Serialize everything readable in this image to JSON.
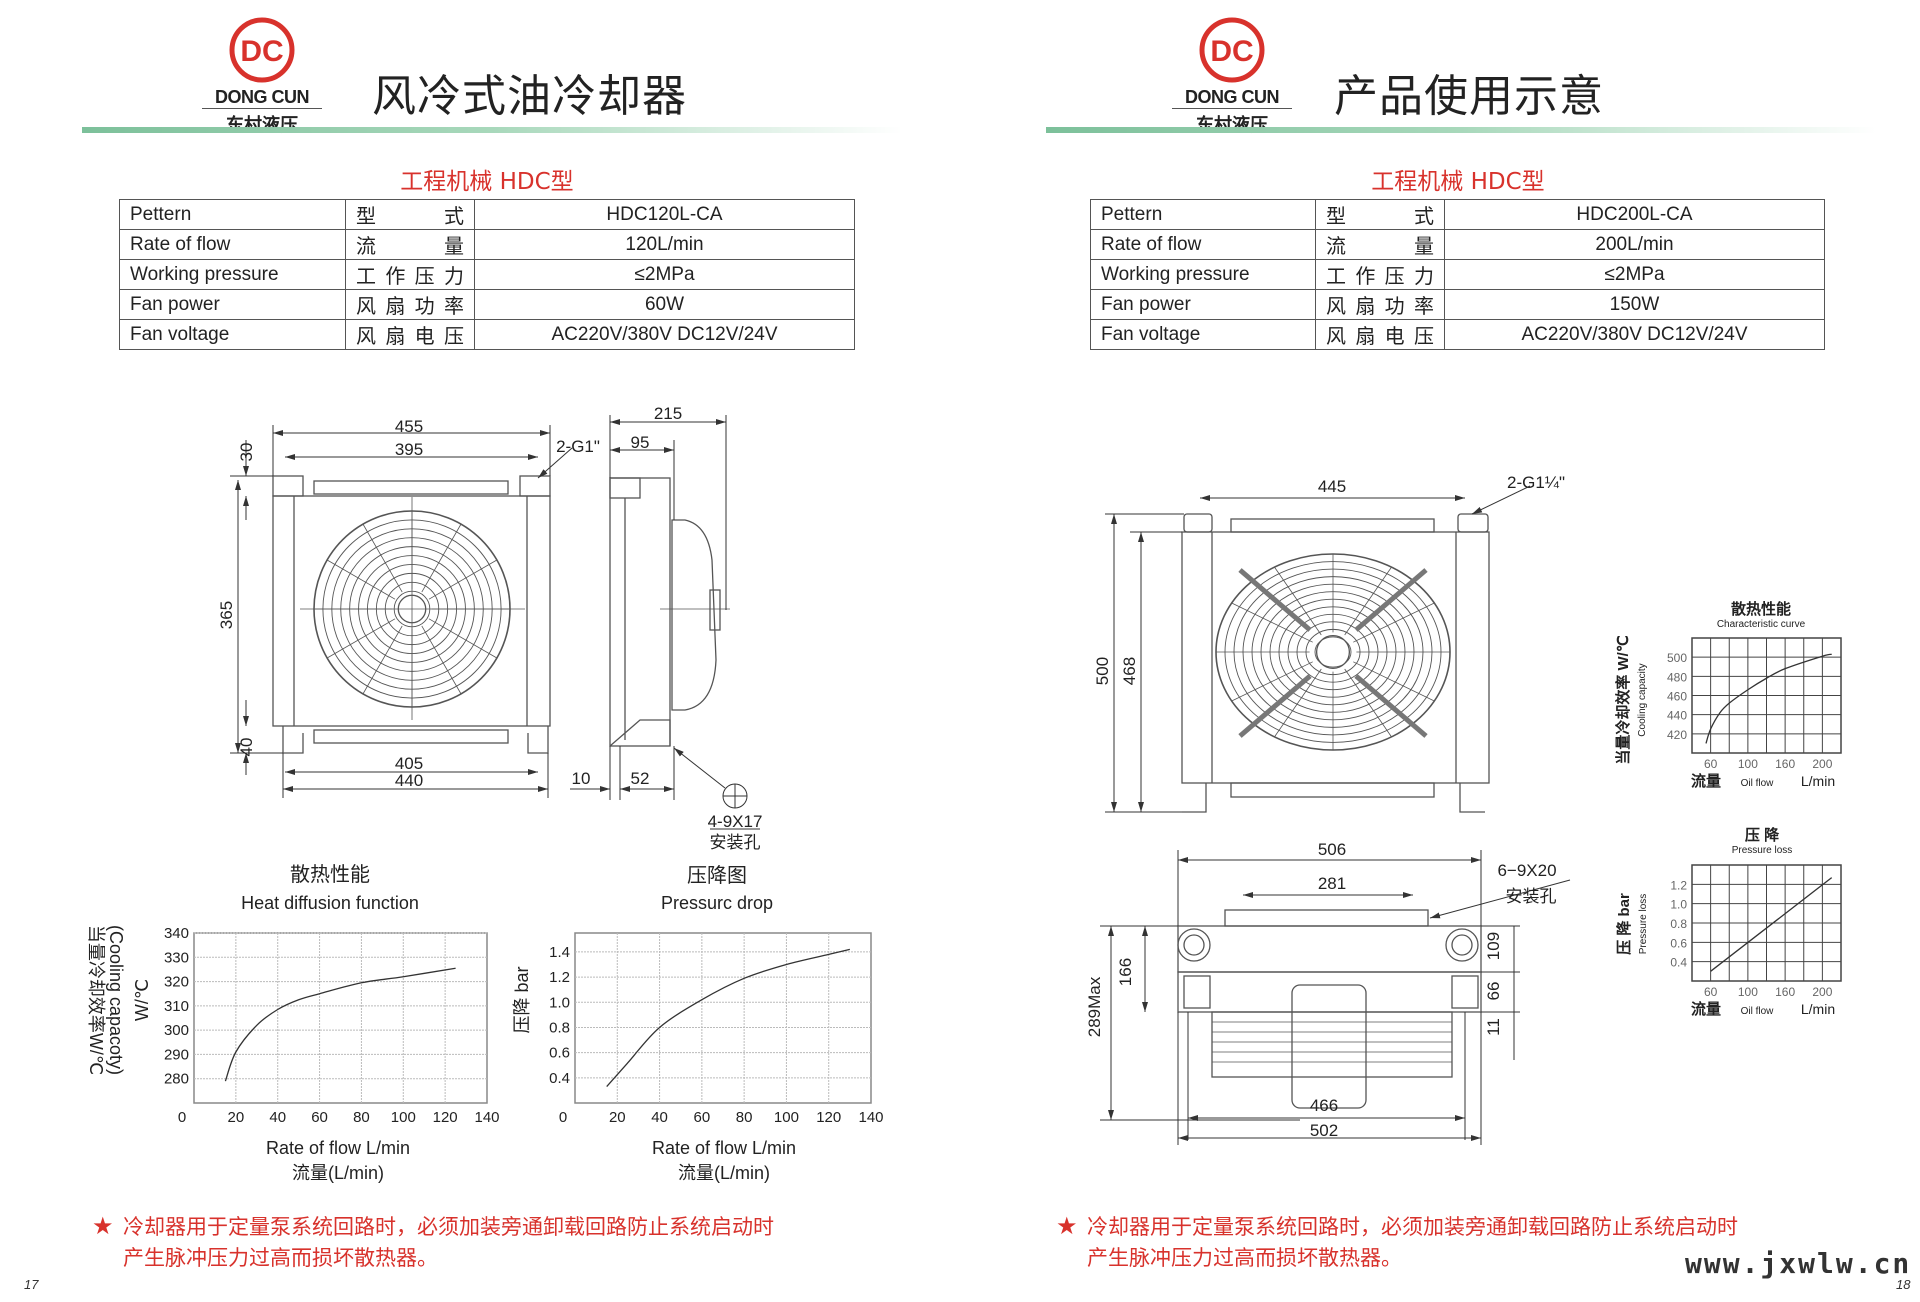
{
  "left_page": {
    "logo": {
      "mark": "DC",
      "brand": "DONG CUN",
      "brand_cn": "东村液压"
    },
    "title": "风冷式油冷却器",
    "subtitle": "工程机械 HDC型",
    "spec_table": [
      {
        "en": "Pettern",
        "cn": "型式",
        "value": "HDC120L-CA"
      },
      {
        "en": "Rate of flow",
        "cn": "流量",
        "value": "120L/min"
      },
      {
        "en": "Working pressure",
        "cn": "工作压力",
        "value": "≤2MPa"
      },
      {
        "en": "Fan power",
        "cn": "风扇功率",
        "value": "60W"
      },
      {
        "en": "Fan voltage",
        "cn": "风扇电压",
        "value": "AC220V/380V  DC12V/24V"
      }
    ],
    "drawing": {
      "dims": {
        "d455": "455",
        "d395": "395",
        "d30": "30",
        "d365": "365",
        "d40": "40",
        "d405": "405",
        "d440": "440",
        "d215": "215",
        "d95": "95",
        "d10": "10",
        "d52": "52"
      },
      "port_label": "2-G1\"",
      "hole_label": "4-9X17",
      "hole_label_cn": "安装孔"
    },
    "note": {
      "line1": "冷却器用于定量泵系统回路时，必须加装旁通卸载回路防止系统启动时",
      "line2": "产生脉冲压力过高而损坏散热器。"
    },
    "page_number": "17"
  },
  "right_page": {
    "logo": {
      "mark": "DC",
      "brand": "DONG CUN",
      "brand_cn": "东村液压"
    },
    "title": "产品使用示意",
    "subtitle": "工程机械 HDC型",
    "spec_table": [
      {
        "en": "Pettern",
        "cn": "型式",
        "value": "HDC200L-CA"
      },
      {
        "en": "Rate of flow",
        "cn": "流量",
        "value": "200L/min"
      },
      {
        "en": "Working pressure",
        "cn": "工作压力",
        "value": "≤2MPa"
      },
      {
        "en": "Fan power",
        "cn": "风扇功率",
        "value": "150W"
      },
      {
        "en": "Fan voltage",
        "cn": "风扇电压",
        "value": "AC220V/380V  DC12V/24V"
      }
    ],
    "drawing": {
      "dims": {
        "d445": "445",
        "d500": "500",
        "d468": "468",
        "d506": "506",
        "d281": "281",
        "d289": "289Max",
        "d166": "166",
        "d109": "109",
        "d66": "66",
        "d11": "11",
        "d466": "466",
        "d502": "502"
      },
      "port_label": "2-G1¼\"",
      "hole_label": "6−9X20",
      "hole_label_cn": "安装孔"
    },
    "note": {
      "line1": "冷却器用于定量泵系统回路时，必须加装旁通卸载回路防止系统启动时",
      "line2": "产生脉冲压力过高而损坏散热器。"
    },
    "watermark": "www.jxwlw.cn",
    "page_number": "18"
  },
  "chart_data": [
    {
      "type": "line",
      "title": "散热性能",
      "subtitle": "Heat diffusion function",
      "ylabel_cn": "当量冷却效率W/℃",
      "ylabel_en": "(Cooling capacoty)",
      "ylabel_unit": "W/℃",
      "xlabel": "Rate of flow L/min",
      "xlabel_cn": "流量(L/min)",
      "xlim": [
        0,
        140
      ],
      "ylim": [
        270,
        340
      ],
      "xticks": [
        0,
        20,
        40,
        60,
        80,
        100,
        120,
        140
      ],
      "yticks": [
        280,
        290,
        300,
        310,
        320,
        330,
        340
      ],
      "grid": true,
      "x": [
        15,
        20,
        30,
        40,
        50,
        60,
        80,
        100,
        125
      ],
      "y": [
        279,
        291,
        302,
        308.5,
        312.5,
        315,
        319.5,
        322,
        325.5
      ]
    },
    {
      "type": "line",
      "title": "压降图",
      "subtitle": "Pressurc drop",
      "ylabel": "压降  bar",
      "xlabel": "Rate of flow L/min",
      "xlabel_cn": "流量(L/min)",
      "xlim": [
        0,
        140
      ],
      "ylim": [
        0.2,
        1.55
      ],
      "xticks": [
        0,
        20,
        40,
        60,
        80,
        100,
        120,
        140
      ],
      "yticks": [
        "0.4",
        "0.6",
        "0.8",
        "1.0",
        "1.2",
        "1.4"
      ],
      "grid": true,
      "x": [
        15,
        25,
        40,
        60,
        80,
        100,
        120,
        130
      ],
      "y": [
        0.33,
        0.52,
        0.8,
        1.02,
        1.19,
        1.3,
        1.38,
        1.42
      ]
    },
    {
      "type": "line",
      "title": "散热性能",
      "subtitle": "Characteristic curve",
      "ylabel_cn": "当量冷却效率 W/℃",
      "ylabel_en": "Cooling capacity",
      "xlabel_cn": "流量",
      "xlabel_en": "Oil flow",
      "xlabel_unit": "L/min",
      "ylim": [
        400,
        520
      ],
      "xticks": [
        60,
        100,
        160,
        200
      ],
      "yticks": [
        420,
        440,
        460,
        480,
        500
      ],
      "grid": true,
      "x": [
        55,
        60,
        70,
        80,
        100,
        130,
        160,
        200,
        210
      ],
      "y": [
        410,
        425,
        442,
        452,
        466,
        478,
        488,
        501,
        503
      ]
    },
    {
      "type": "line",
      "title": "压 降",
      "subtitle": "Pressure loss",
      "ylabel_cn": "压 降 bar",
      "ylabel_en": "Pressure loss",
      "xlabel_cn": "流量",
      "xlabel_en": "Oil flow",
      "xlabel_unit": "L/min",
      "ylim": [
        0.2,
        1.4
      ],
      "xticks": [
        60,
        100,
        160,
        200
      ],
      "yticks": [
        "0.4",
        "0.6",
        "0.8",
        "1.0",
        "1.2"
      ],
      "grid": true,
      "x": [
        60,
        210
      ],
      "y": [
        0.3,
        1.27
      ]
    }
  ],
  "colors": {
    "brand_red": "#d8322c",
    "rule_green": "#7cc09a",
    "line": "#555555"
  }
}
